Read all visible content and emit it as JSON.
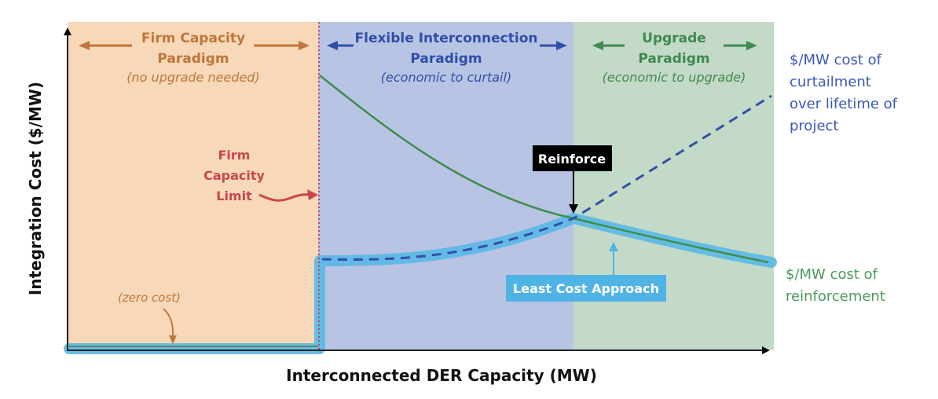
{
  "diagram": {
    "axes": {
      "y_label": "Integration Cost ($/MW)",
      "x_label": "Interconnected DER Capacity (MW)"
    },
    "regions": [
      {
        "id": "firm",
        "title_line1": "Firm Capacity",
        "title_line2": "Paradigm",
        "subtitle": "(no upgrade needed)",
        "fill": "#f7d8b8",
        "text_color": "#c0763a"
      },
      {
        "id": "flexible",
        "title_line1": "Flexible Interconnection",
        "title_line2": "Paradigm",
        "subtitle": "(economic to curtail)",
        "fill": "#b8c4e4",
        "text_color": "#2e4fa8"
      },
      {
        "id": "upgrade",
        "title_line1": "Upgrade",
        "title_line2": "Paradigm",
        "subtitle": "(economic to upgrade)",
        "fill": "#c4dac8",
        "text_color": "#3f8a4f"
      }
    ],
    "firm_capacity_limit": {
      "line1": "Firm",
      "line2": "Capacity",
      "line3": "Limit",
      "color": "#c9474f"
    },
    "zero_cost_label": "(zero cost)",
    "reinforce_label": "Reinforce",
    "least_cost_label": "Least Cost Approach",
    "curtailment_label": {
      "line1": "$/MW cost of",
      "line2": "curtailment",
      "line3": "over lifetime of",
      "line4": "project",
      "color": "#3a58b8"
    },
    "reinforcement_label": {
      "line1": "$/MW cost of",
      "line2": "reinforcement",
      "color": "#4a9a5c"
    },
    "colors": {
      "reinforcement_curve": "#3e8e4c",
      "curtailment_curve": "#3350a8",
      "least_cost": "#5ab8e6",
      "reinforce_box": "#000000",
      "least_cost_box": "#4fb3e6"
    }
  }
}
